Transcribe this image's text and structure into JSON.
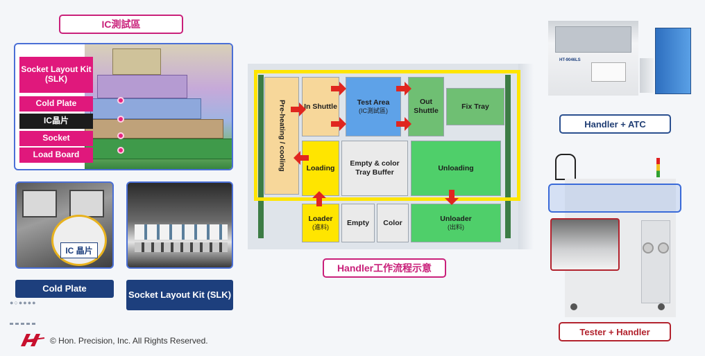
{
  "ic_area": {
    "title": "IC測試區",
    "labels": [
      "Socket Layout Kit (SLK)",
      "Cold Plate",
      "IC晶片",
      "Socket",
      "Load Board"
    ]
  },
  "cold_plate_photo": {
    "overlay": "IC 晶片",
    "caption": "Cold Plate"
  },
  "slk_photo": {
    "caption": "Socket Layout Kit (SLK)"
  },
  "handler_diagram": {
    "title": "Handler工作流程示意",
    "zones": {
      "preheating": "Pre-heating / cooling",
      "in_shuttle": "In Shuttle",
      "test_area": "Test Area",
      "test_area_sub": "(IC測試區)",
      "out_shuttle": "Out Shuttle",
      "fix_tray": "Fix Tray",
      "loading": "Loading",
      "buffer": "Empty & color Tray Buffer",
      "unloading": "Unloading",
      "loader": "Loader",
      "loader_sub": "(進料)",
      "empty": "Empty",
      "color": "Color",
      "unloader": "Unloader",
      "unloader_sub": "(出料)"
    }
  },
  "right": {
    "handler_atc": "Handler + ATC",
    "machine_badge": "HT-9046LS",
    "tester_handler": "Tester + Handler"
  },
  "footer": {
    "copyright": "© Hon. Precision, Inc. All Rights Reserved."
  },
  "colors": {
    "magenta": "#e0187c",
    "navy": "#1d3f7d",
    "frame_yellow": "#ffe500",
    "arrow_red": "#e0261f"
  }
}
